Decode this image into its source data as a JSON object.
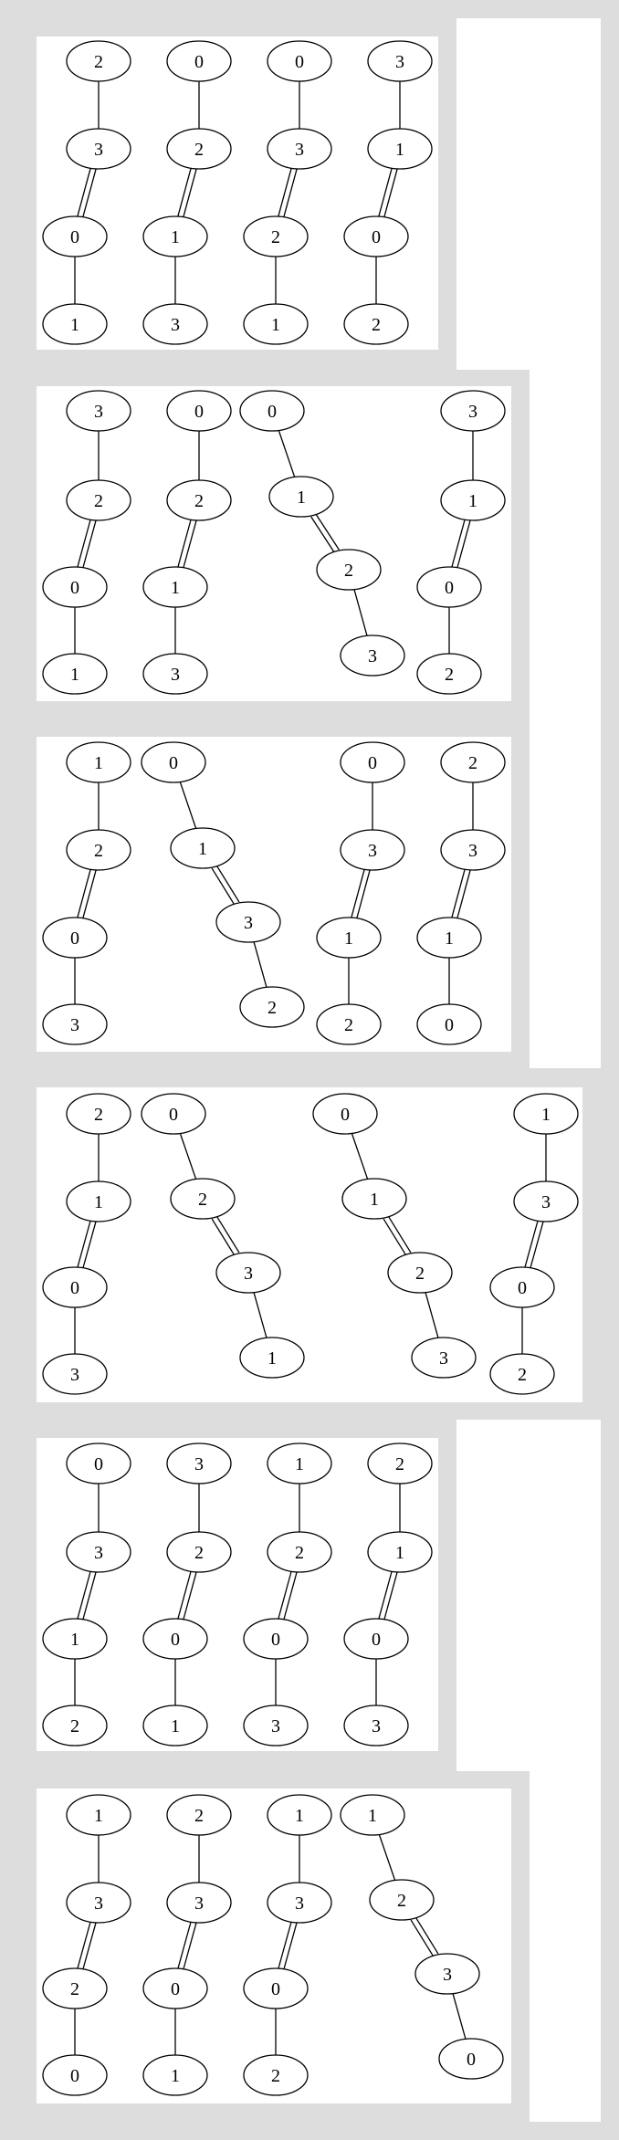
{
  "colors": {
    "background": "#ffffff",
    "band": "#dddddd",
    "panel": "#ffffff",
    "stroke": "#000000"
  },
  "panels": [
    {
      "graphs": [
        {
          "nodes": [
            "2",
            "3",
            "0",
            "1"
          ],
          "edges": [
            "single",
            "double",
            "single"
          ]
        },
        {
          "nodes": [
            "0",
            "2",
            "1",
            "3"
          ],
          "edges": [
            "single",
            "double",
            "single"
          ]
        },
        {
          "nodes": [
            "0",
            "3",
            "2",
            "1"
          ],
          "edges": [
            "single",
            "double",
            "single"
          ]
        },
        {
          "nodes": [
            "3",
            "1",
            "0",
            "2"
          ],
          "edges": [
            "single",
            "double",
            "single"
          ]
        }
      ]
    },
    {
      "graphs": [
        {
          "nodes": [
            "3",
            "2",
            "0",
            "1"
          ],
          "edges": [
            "single",
            "double",
            "single"
          ]
        },
        {
          "nodes": [
            "0",
            "2",
            "1",
            "3"
          ],
          "edges": [
            "single",
            "double",
            "single"
          ]
        },
        {
          "nodes": [
            "0",
            "1",
            "2",
            "3"
          ],
          "edges": [
            "single",
            "double",
            "single"
          ]
        },
        {
          "nodes": [
            "3",
            "1",
            "0",
            "2"
          ],
          "edges": [
            "single",
            "double",
            "single"
          ]
        }
      ]
    },
    {
      "graphs": [
        {
          "nodes": [
            "1",
            "2",
            "0",
            "3"
          ],
          "edges": [
            "single",
            "double",
            "single"
          ]
        },
        {
          "nodes": [
            "0",
            "1",
            "3",
            "2"
          ],
          "edges": [
            "single",
            "double",
            "single"
          ]
        },
        {
          "nodes": [
            "0",
            "3",
            "1",
            "2"
          ],
          "edges": [
            "single",
            "double",
            "single"
          ]
        },
        {
          "nodes": [
            "2",
            "3",
            "1",
            "0"
          ],
          "edges": [
            "single",
            "double",
            "single"
          ]
        }
      ]
    },
    {
      "graphs": [
        {
          "nodes": [
            "2",
            "1",
            "0",
            "3"
          ],
          "edges": [
            "single",
            "double",
            "single"
          ]
        },
        {
          "nodes": [
            "0",
            "2",
            "3",
            "1"
          ],
          "edges": [
            "single",
            "double",
            "single"
          ]
        },
        {
          "nodes": [
            "0",
            "1",
            "2",
            "3"
          ],
          "edges": [
            "single",
            "double",
            "single"
          ]
        },
        {
          "nodes": [
            "1",
            "3",
            "0",
            "2"
          ],
          "edges": [
            "single",
            "double",
            "single"
          ]
        }
      ]
    },
    {
      "graphs": [
        {
          "nodes": [
            "0",
            "3",
            "1",
            "2"
          ],
          "edges": [
            "single",
            "double",
            "single"
          ]
        },
        {
          "nodes": [
            "3",
            "2",
            "0",
            "1"
          ],
          "edges": [
            "single",
            "double",
            "single"
          ]
        },
        {
          "nodes": [
            "1",
            "2",
            "0",
            "3"
          ],
          "edges": [
            "single",
            "double",
            "single"
          ]
        },
        {
          "nodes": [
            "2",
            "1",
            "0",
            "3"
          ],
          "edges": [
            "single",
            "double",
            "single"
          ]
        }
      ]
    },
    {
      "graphs": [
        {
          "nodes": [
            "1",
            "3",
            "2",
            "0"
          ],
          "edges": [
            "single",
            "double",
            "single"
          ]
        },
        {
          "nodes": [
            "2",
            "3",
            "0",
            "1"
          ],
          "edges": [
            "single",
            "double",
            "single"
          ]
        },
        {
          "nodes": [
            "1",
            "3",
            "0",
            "2"
          ],
          "edges": [
            "single",
            "double",
            "single"
          ]
        },
        {
          "nodes": [
            "1",
            "2",
            "3",
            "0"
          ],
          "edges": [
            "single",
            "double",
            "single"
          ]
        }
      ]
    }
  ]
}
